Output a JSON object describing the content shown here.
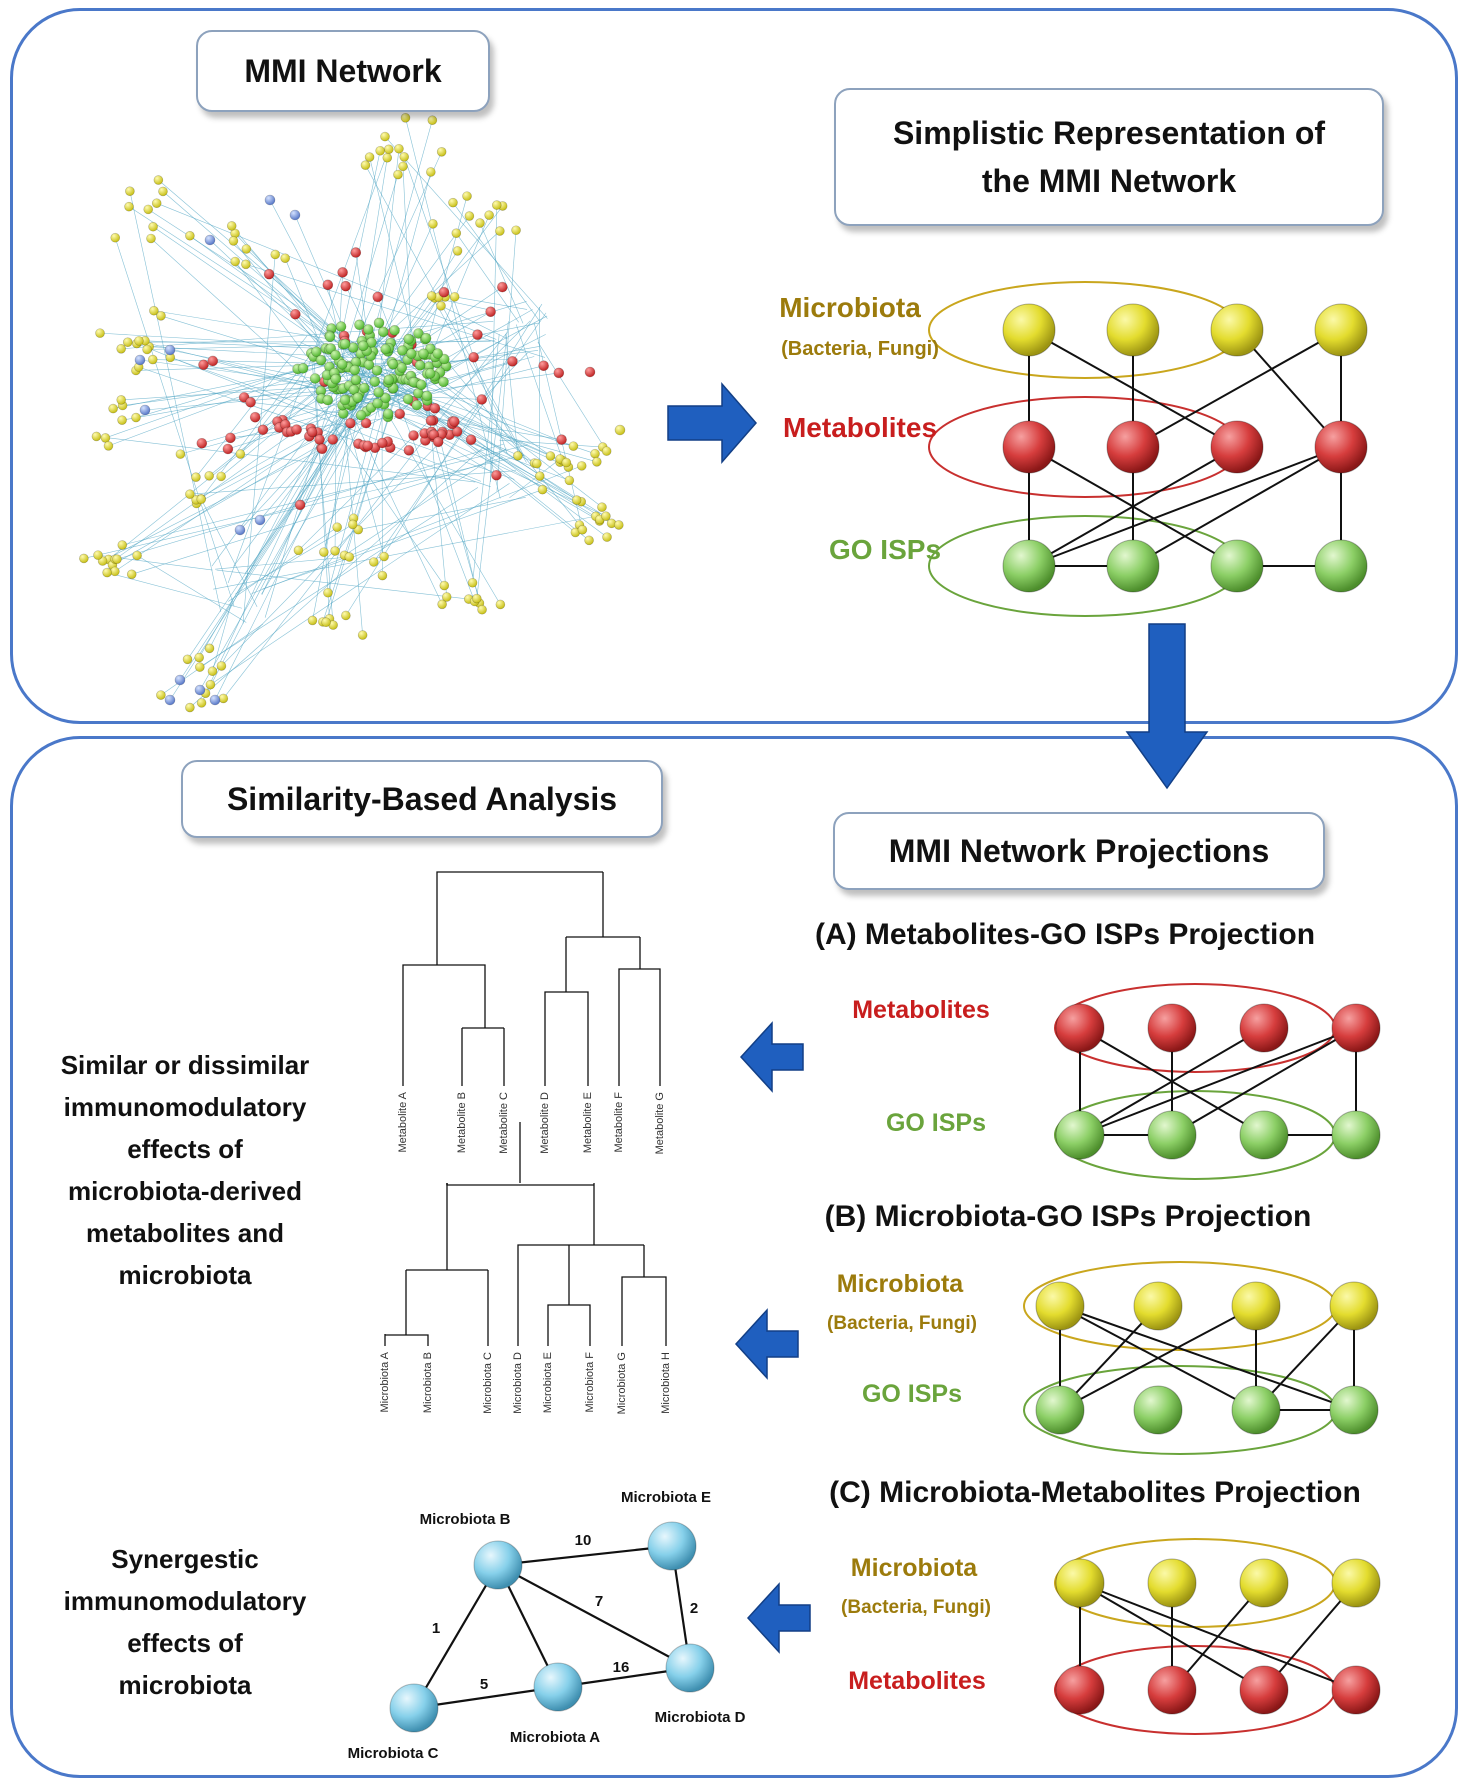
{
  "titles": {
    "mmi_network": "MMI Network",
    "simplistic_line1": "Simplistic Representation of",
    "simplistic_line2": "the MMI Network",
    "similarity": "Similarity-Based Analysis",
    "projections": "MMI Network Projections"
  },
  "layers": {
    "microbiota": "Microbiota",
    "microbiota_sub": "(Bacteria, Fungi)",
    "metabolites": "Metabolites",
    "go_isps": "GO ISPs"
  },
  "projections": {
    "a": "(A) Metabolites-GO ISPs Projection",
    "b": "(B) Microbiota-GO ISPs Projection",
    "c": "(C) Microbiota-Metabolites Projection"
  },
  "effects": {
    "similar_lines": [
      "Similar or dissimilar",
      "immunomodulatory",
      "effects of",
      "microbiota-derived",
      "metabolites and",
      "microbiota"
    ],
    "synergistic_lines": [
      "Synergestic",
      "immunomodulatory",
      "effects of",
      "microbiota"
    ]
  },
  "dendrogram_metabolites": [
    "Metabolite A",
    "Metabolite B",
    "Metabolite C",
    "Metabolite D",
    "Metabolite E",
    "Metabolite F",
    "Metabolite G"
  ],
  "dendrogram_microbiota": [
    "Microbiota A",
    "Microbiota B",
    "Microbiota C",
    "Microbiota D",
    "Microbiota E",
    "Microbiota F",
    "Microbiota G",
    "Microbiota H"
  ],
  "weighted_network": {
    "nodes": [
      "Microbiota A",
      "Microbiota B",
      "Microbiota C",
      "Microbiota D",
      "Microbiota E"
    ],
    "edges": [
      {
        "from": "Microbiota B",
        "to": "Microbiota E",
        "weight": "10"
      },
      {
        "from": "Microbiota B",
        "to": "Microbiota C",
        "weight": "1"
      },
      {
        "from": "Microbiota B",
        "to": "Microbiota D",
        "weight": "7"
      },
      {
        "from": "Microbiota B",
        "to": "Microbiota A",
        "weight": ""
      },
      {
        "from": "Microbiota E",
        "to": "Microbiota D",
        "weight": "2"
      },
      {
        "from": "Microbiota C",
        "to": "Microbiota A",
        "weight": "5"
      },
      {
        "from": "Microbiota A",
        "to": "Microbiota D",
        "weight": "16"
      }
    ]
  },
  "colors": {
    "panel_border": "#4a78c9",
    "arrow": "#1f5fbf",
    "microbiota": "#e8e23a",
    "metabolites": "#d9403f",
    "go_isps": "#8fd16a",
    "microbiota_text": "#9c7b0c",
    "metabolites_text": "#c81e1e",
    "go_text": "#6aa43c",
    "network_node": "#7ecde6"
  }
}
